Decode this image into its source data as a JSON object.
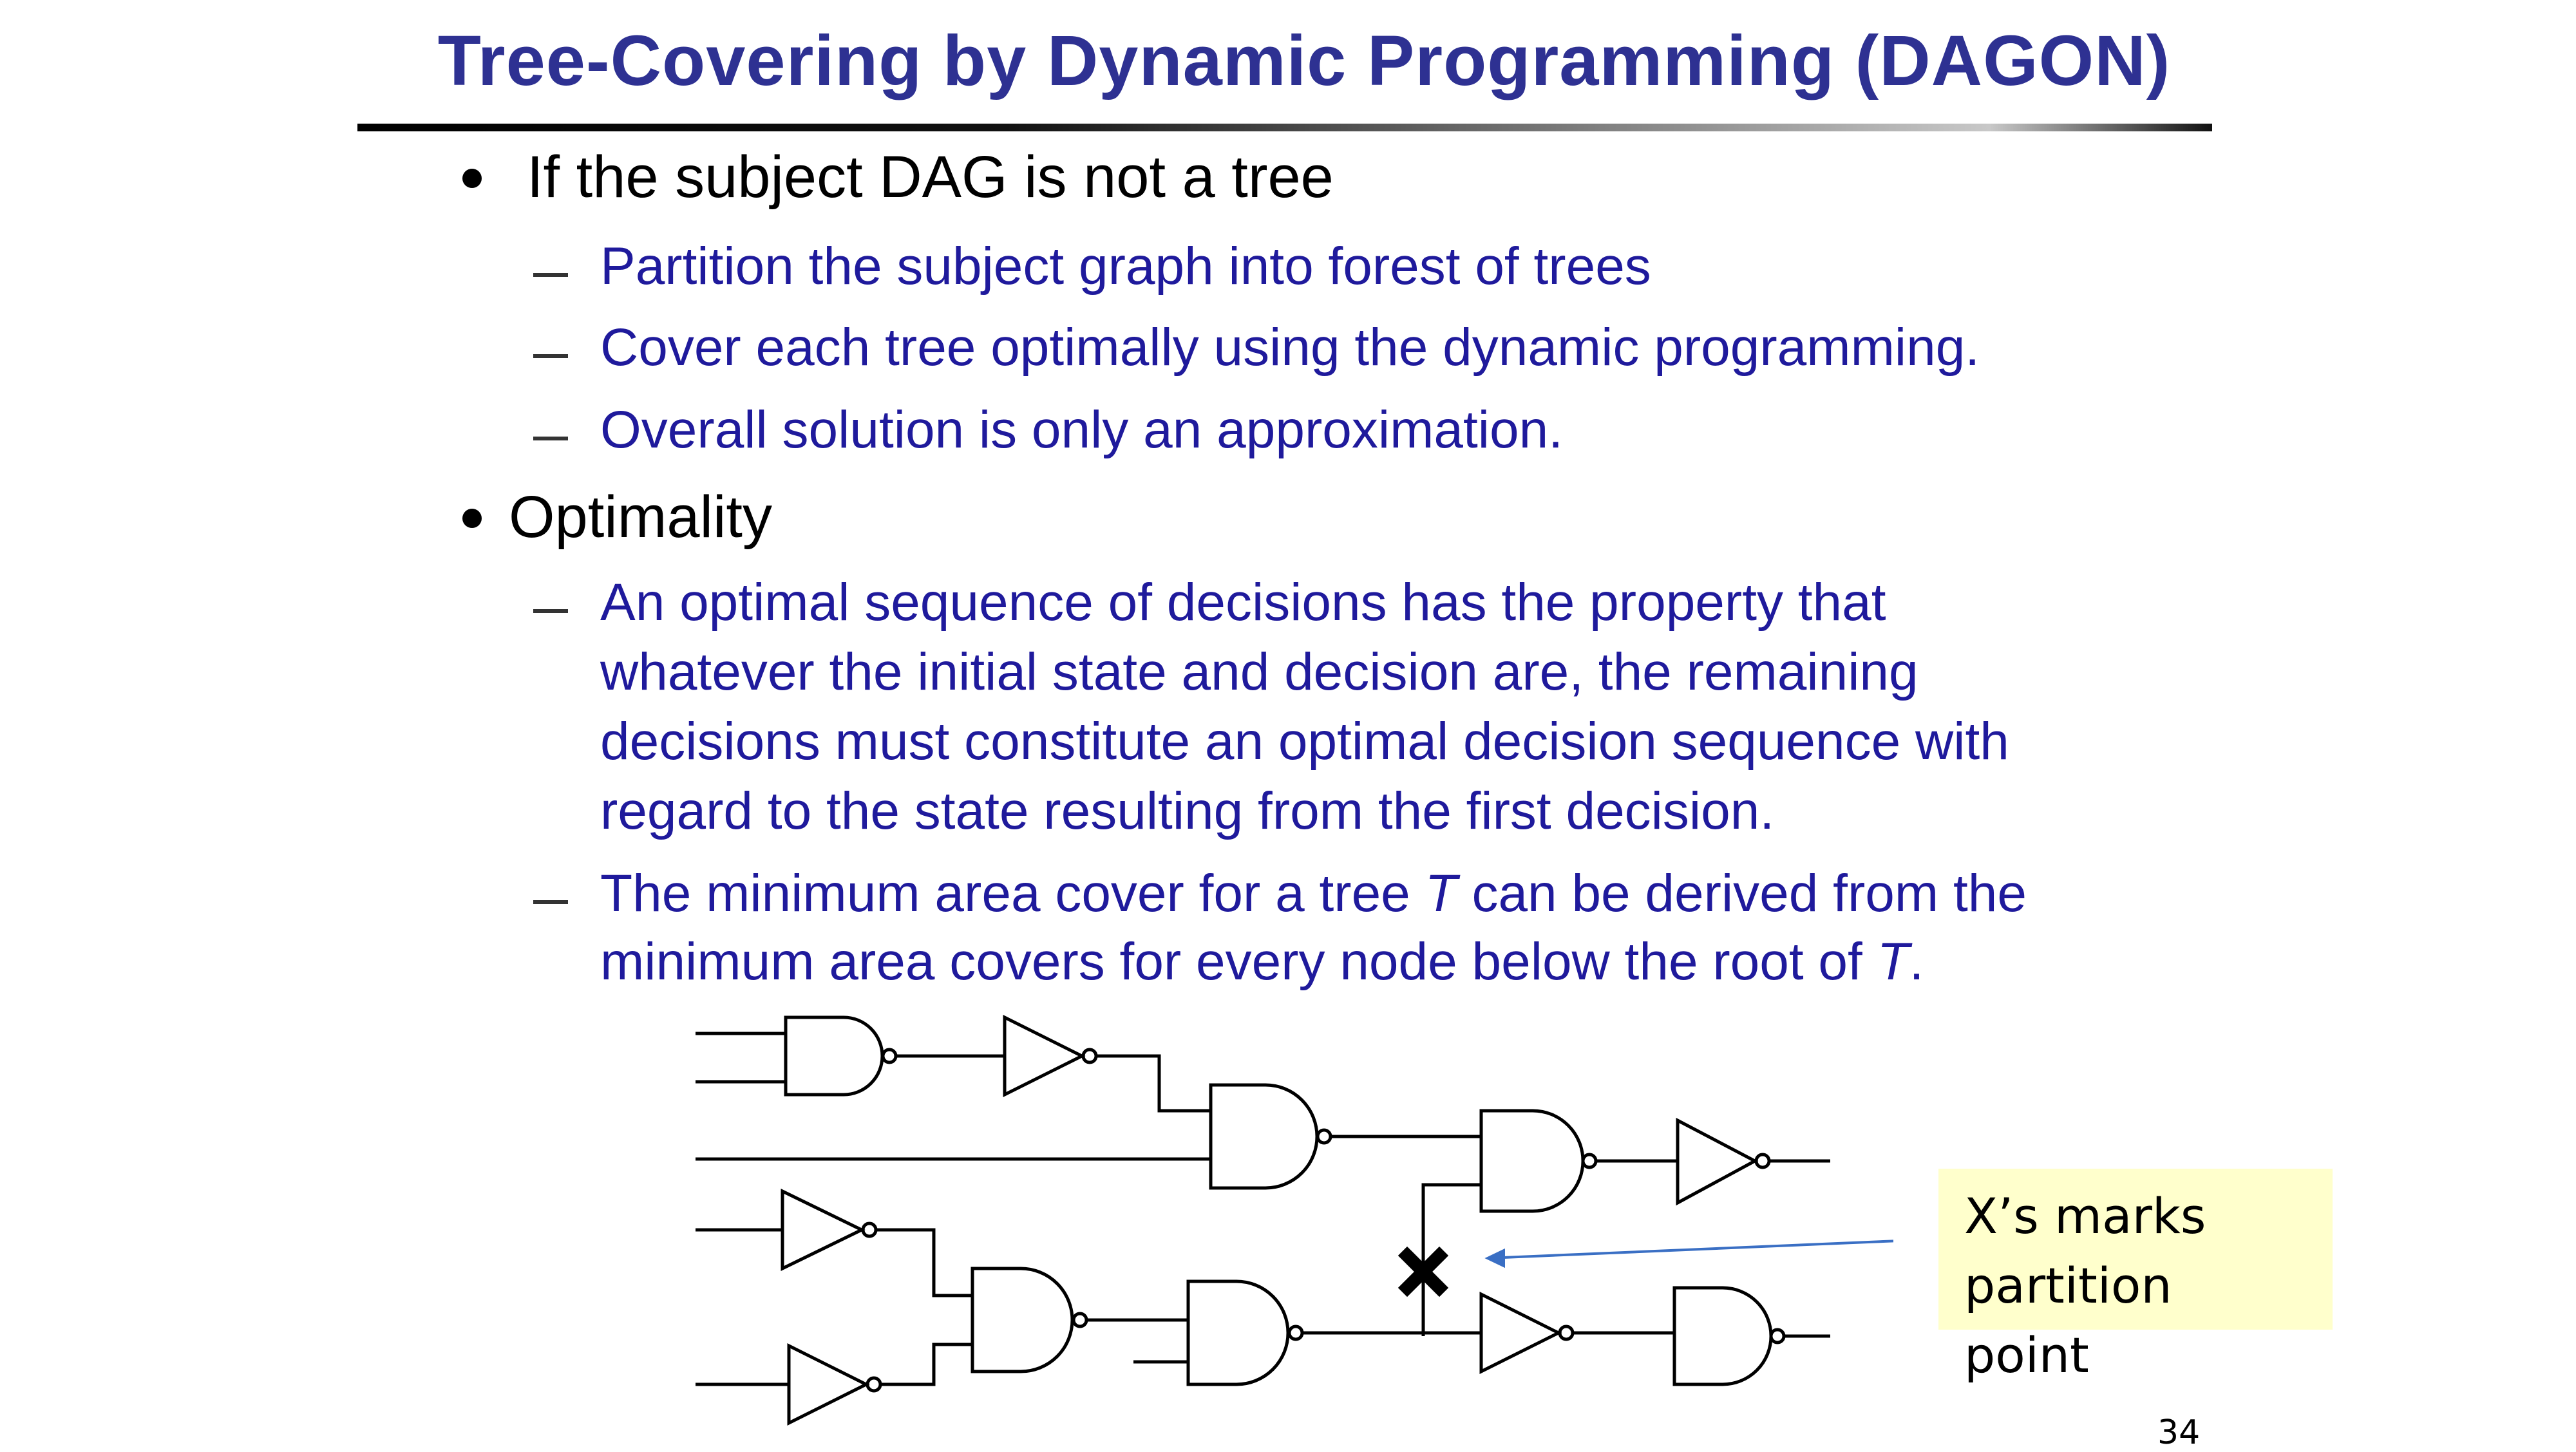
{
  "slide": {
    "title": "Tree-Covering by Dynamic Programming (DAGON)",
    "page_number": "34",
    "bullets": [
      {
        "text": "If the subject DAG is not a tree",
        "subs": [
          "Partition the subject graph into forest of trees",
          "Cover each tree optimally using the dynamic programming.",
          "Overall solution is only an approximation."
        ]
      },
      {
        "text": "Optimality",
        "subs": [
          {
            "lines": [
              "An optimal sequence of decisions has the property that",
              "whatever the initial state and decision are, the remaining",
              "decisions must constitute an optimal decision sequence with",
              "regard to the state resulting from the first decision."
            ]
          },
          {
            "line1_pre": "The minimum area cover for a tree ",
            "line1_var": "T",
            "line1_post": " can be derived from the",
            "line2_pre": "minimum area covers for every node below the root of ",
            "line2_var": "T",
            "line2_post": "."
          }
        ]
      }
    ],
    "callout": {
      "line1": "X’s marks",
      "line2": "partition point"
    }
  }
}
